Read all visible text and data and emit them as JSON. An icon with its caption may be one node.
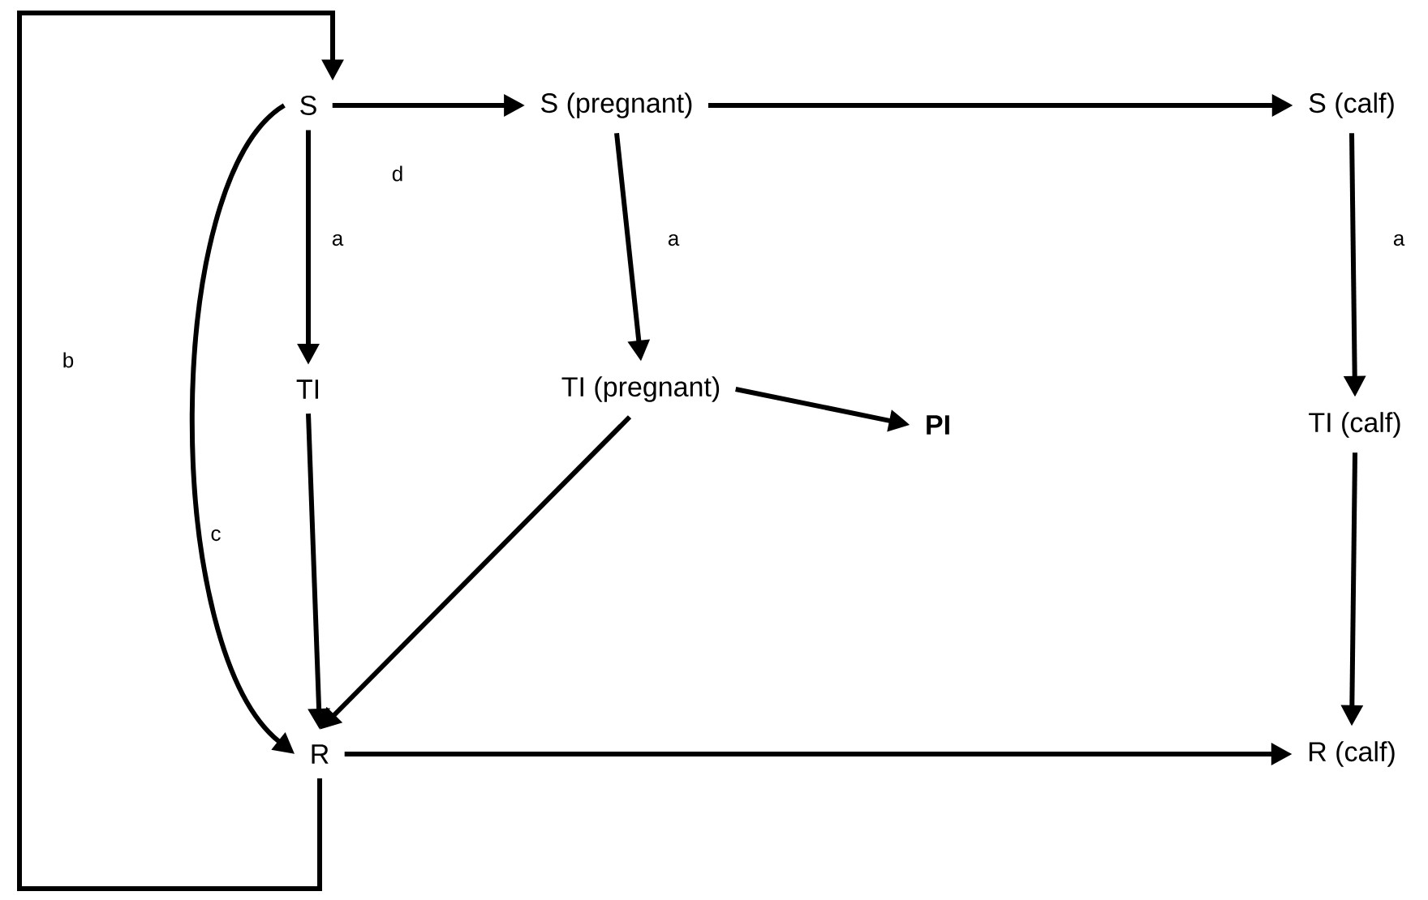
{
  "diagram": {
    "nodes": [
      {
        "text": [
          "S"
        ]
      },
      {
        "text": [
          "S (pregnant)"
        ]
      },
      {
        "text": [
          "S (calf)"
        ]
      },
      {
        "text": [
          "TI"
        ]
      },
      {
        "text": [
          "TI (pregnant)"
        ]
      },
      {
        "text": [
          "PI"
        ]
      },
      {
        "text": [
          "TI (calf)"
        ]
      },
      {
        "text": [
          "R"
        ]
      },
      {
        "text": [
          "R (calf)"
        ]
      }
    ],
    "edges": [
      {
        "from": 7,
        "to": 0,
        "arrow": "to",
        "label": "b"
      },
      {
        "from": 0,
        "to": 1,
        "arrow": "to",
        "label": "d"
      },
      {
        "from": 1,
        "to": 2,
        "arrow": "to"
      },
      {
        "from": 0,
        "to": 3,
        "arrow": "to",
        "label": "a"
      },
      {
        "from": 1,
        "to": 4,
        "arrow": "to",
        "label": "a"
      },
      {
        "from": 2,
        "to": 6,
        "arrow": "to",
        "label": "a"
      },
      {
        "from": 0,
        "to": 7,
        "arrow": "to",
        "label": "c"
      },
      {
        "from": 3,
        "to": 7,
        "arrow": "to"
      },
      {
        "from": 4,
        "to": 7,
        "arrow": "to"
      },
      {
        "from": 4,
        "to": 5,
        "arrow": "to"
      },
      {
        "from": 6,
        "to": 8,
        "arrow": "to"
      },
      {
        "from": 7,
        "to": 8,
        "arrow": "to"
      }
    ]
  }
}
